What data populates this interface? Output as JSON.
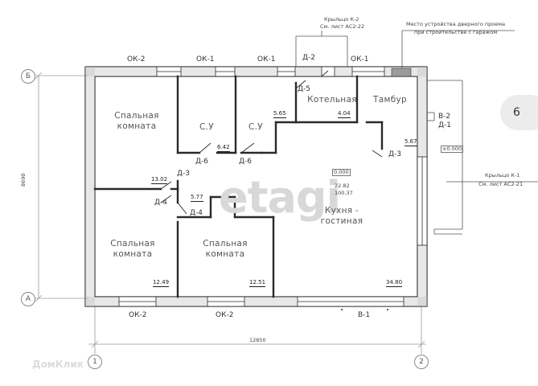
{
  "rooms": [
    {
      "id": "bedroom1",
      "lines": [
        "Спальная",
        "комната"
      ],
      "area": "13.02"
    },
    {
      "id": "wc1",
      "lines": [
        "С.У"
      ],
      "area": "6.42"
    },
    {
      "id": "wc2",
      "lines": [
        "С.У"
      ],
      "area": ""
    },
    {
      "id": "boiler",
      "lines": [
        "Котельная"
      ],
      "area": "4.04"
    },
    {
      "id": "vestibule",
      "lines": [
        "Тамбур"
      ],
      "area": "5.67"
    },
    {
      "id": "kitchen",
      "lines": [
        "Кухня -",
        "гостиная"
      ],
      "area": "34.80"
    },
    {
      "id": "bedroom2",
      "lines": [
        "Спальная",
        "комната"
      ],
      "area": "12.49"
    },
    {
      "id": "bedroom3",
      "lines": [
        "Спальная",
        "комната"
      ],
      "area": "12.51"
    }
  ],
  "extra_areas": {
    "a565": "5.65",
    "a577": "5.77",
    "kitchen_sub1": "22.82",
    "kitchen_sub2": "100.37"
  },
  "windows": {
    "top": [
      "ОК-2",
      "ОК-1",
      "ОК-1",
      "ОК-1"
    ],
    "bottom": [
      "ОК-2",
      "ОК-2",
      "В-1"
    ],
    "right": "В-2"
  },
  "doors": {
    "d1": "Д-1",
    "d2": "Д-2",
    "d3a": "Д-3",
    "d3b": "Д-3",
    "d4a": "Д-4",
    "d4b": "Д-4",
    "d5": "Д-5",
    "d6a": "Д-6",
    "d6b": "Д-6"
  },
  "notes": {
    "porch_top_1": "Крыльцо К-2",
    "porch_top_2": "См. лист АС2-22",
    "door_place_1": "Место устройства дверного проема",
    "door_place_2": "при строительстве с гаражом",
    "porch_right_1": "Крыльцо К-1",
    "porch_right_2": "См. лист АС2-21",
    "level_1": "±0.000",
    "level_2": "0.000"
  },
  "axes": {
    "b": "Б",
    "a": "А",
    "n1": "1",
    "n2": "2"
  },
  "dimensions": {
    "width": "12850",
    "height": "8690"
  },
  "watermarks": {
    "etagi": "etagi",
    "domclick": "ДомКлик"
  },
  "page_badge": "6"
}
